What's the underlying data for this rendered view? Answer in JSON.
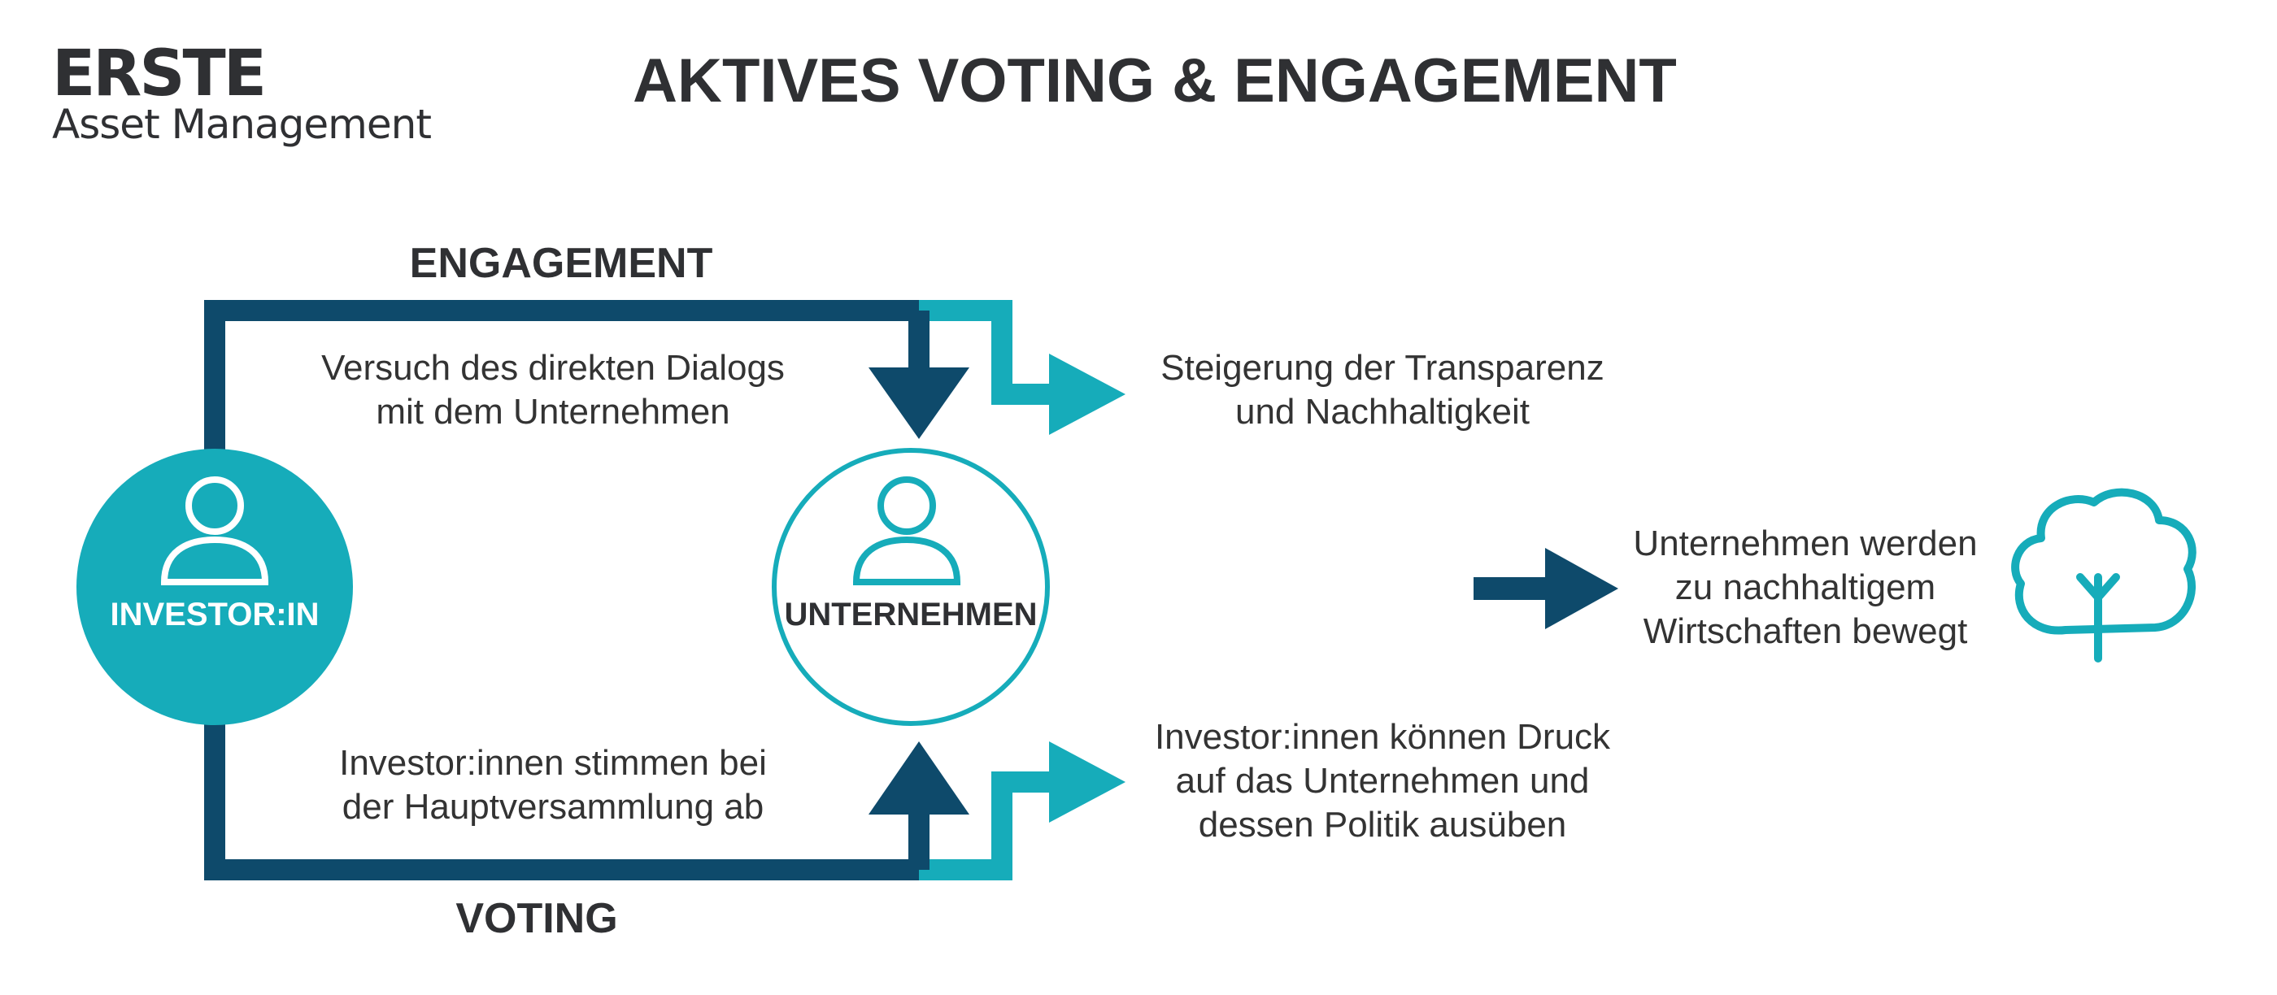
{
  "logo": {
    "line1": "ERSTE",
    "line2": "Asset Management"
  },
  "title": "AKTIVES VOTING & ENGAGEMENT",
  "engagement": {
    "label": "ENGAGEMENT",
    "description": [
      "Versuch des direkten Dialogs",
      "mit dem Unternehmen"
    ],
    "outcome": [
      "Steigerung der Transparenz",
      "und Nachhaltigkeit"
    ]
  },
  "voting": {
    "label": "VOTING",
    "description": [
      "Investor:innen stimmen bei",
      "der Hauptversammlung ab"
    ],
    "outcome": [
      "Investor:innen können Druck",
      "auf das Unternehmen und",
      "dessen Politik ausüben"
    ]
  },
  "investor": {
    "label": "INVESTOR:IN",
    "icon": "person-icon"
  },
  "company": {
    "label": "UNTERNEHMEN",
    "icon": "person-icon"
  },
  "result": {
    "text": [
      "Unternehmen werden",
      "zu nachhaltigem",
      "Wirtschaften bewegt"
    ],
    "icon": "tree-icon"
  },
  "colors": {
    "dark": "#0e4a6b",
    "teal": "#16acba",
    "text": "#333333"
  }
}
